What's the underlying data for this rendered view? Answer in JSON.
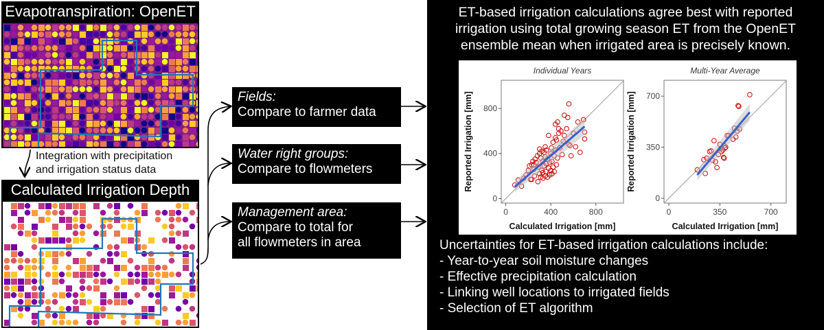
{
  "left": {
    "et_title": "Evapotranspiration: OpenET",
    "integration_note": [
      "Integration with precipitation",
      "and irrigation status data"
    ],
    "irr_title": "Calculated Irrigation Depth",
    "palette": [
      "#0d0887",
      "#46039f",
      "#7201a8",
      "#9c179e",
      "#bd3786",
      "#d8576b",
      "#ed7953",
      "#fb9f3a",
      "#fdca26",
      "#f0f921"
    ],
    "boundary_color": "#1f77b4"
  },
  "middle": {
    "boxes": [
      {
        "heading": "Fields:",
        "lines": [
          "Compare to farmer data"
        ]
      },
      {
        "heading": "Water right groups:",
        "lines": [
          "Compare to flowmeters"
        ]
      },
      {
        "heading": "Management area:",
        "lines": [
          "Compare to total for",
          "all flowmeters in area"
        ]
      }
    ]
  },
  "right": {
    "title_lines": [
      "ET-based irrigation calculations agree best with reported",
      "irrigation using total growing season ET from the OpenET",
      "ensemble mean when irrigated area is precisely known."
    ],
    "uncertainty_heading": "Uncertainties for ET-based irrigation calculations include:",
    "uncertainties": [
      " - Year-to-year soil moisture changes",
      " - Effective precipitation calculation",
      " - Linking well locations to irrigated fields",
      " - Selection of ET algorithm"
    ]
  },
  "chart_data": [
    {
      "type": "scatter",
      "title": "Individual Years",
      "xlabel": "Calculated Irrigation [mm]",
      "ylabel": "Reported Irrigation [mm]",
      "xlim": [
        -40,
        1045
      ],
      "ylim": [
        -40,
        1050
      ],
      "xticks": [
        0,
        400,
        800
      ],
      "yticks": [
        0,
        400,
        800
      ],
      "point_color": "#cc0000",
      "fit_color": "#3a5fcd",
      "fit": {
        "x": [
          80,
          700
        ],
        "y": [
          105,
          640
        ]
      },
      "x": [
        80,
        110,
        140,
        160,
        180,
        200,
        210,
        220,
        230,
        240,
        250,
        255,
        260,
        270,
        280,
        285,
        290,
        300,
        300,
        310,
        310,
        320,
        320,
        330,
        330,
        340,
        340,
        350,
        350,
        355,
        360,
        360,
        370,
        370,
        380,
        380,
        390,
        390,
        400,
        400,
        405,
        410,
        410,
        420,
        420,
        430,
        430,
        440,
        440,
        450,
        450,
        460,
        460,
        470,
        480,
        490,
        500,
        510,
        520,
        540,
        550,
        560,
        570,
        580,
        600,
        620,
        640,
        660,
        690,
        700,
        700,
        560,
        520,
        470,
        440,
        350,
        300,
        250,
        230,
        330
      ],
      "y": [
        120,
        165,
        110,
        180,
        210,
        250,
        290,
        170,
        300,
        330,
        260,
        200,
        350,
        320,
        380,
        150,
        280,
        400,
        220,
        360,
        190,
        420,
        250,
        330,
        180,
        410,
        290,
        200,
        370,
        240,
        310,
        430,
        190,
        350,
        270,
        560,
        320,
        210,
        400,
        250,
        450,
        330,
        220,
        500,
        280,
        380,
        240,
        660,
        430,
        300,
        520,
        360,
        680,
        580,
        450,
        600,
        390,
        510,
        560,
        620,
        720,
        840,
        470,
        380,
        580,
        460,
        680,
        410,
        700,
        590,
        530,
        480,
        740,
        620,
        540,
        460,
        440,
        300,
        170,
        230
      ]
    },
    {
      "type": "scatter",
      "title": "Multi-Year Average",
      "xlabel": "Calculated Irrigation [mm]",
      "ylabel": "Reported Irrigation [mm]",
      "xlim": [
        -33,
        805
      ],
      "ylim": [
        -33,
        809
      ],
      "xticks": [
        0,
        350,
        700
      ],
      "yticks": [
        0,
        350,
        700
      ],
      "point_color": "#cc0000",
      "fit_color": "#3a5fcd",
      "fit": {
        "x": [
          195,
          555
        ],
        "y": [
          160,
          590
        ]
      },
      "x": [
        195,
        240,
        250,
        260,
        280,
        290,
        300,
        310,
        320,
        330,
        340,
        350,
        355,
        360,
        370,
        375,
        380,
        385,
        390,
        400,
        410,
        440,
        450,
        460,
        470,
        475,
        480,
        485,
        555,
        380
      ],
      "y": [
        195,
        265,
        170,
        275,
        320,
        325,
        260,
        395,
        250,
        210,
        300,
        370,
        340,
        320,
        330,
        280,
        275,
        345,
        350,
        430,
        430,
        405,
        480,
        420,
        460,
        635,
        630,
        475,
        710,
        360
      ]
    }
  ]
}
